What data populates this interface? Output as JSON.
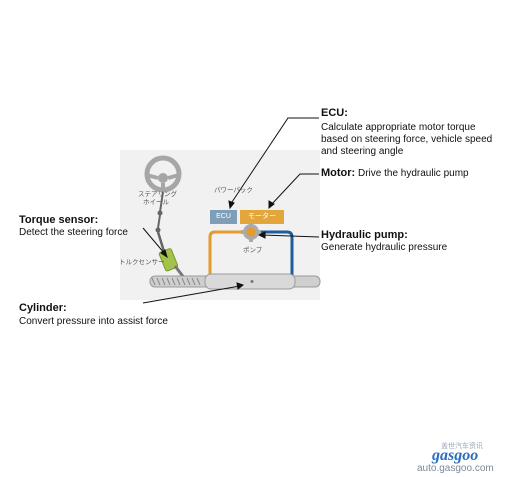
{
  "callouts": {
    "ecu": {
      "title": "ECU:",
      "lines": [
        "Calculate appropriate motor torque",
        "based on steering force, vehicle speed",
        "and steering angle"
      ]
    },
    "motor": {
      "title": "Motor:",
      "text": " Drive the hydraulic pump"
    },
    "torque_sensor": {
      "title": "Torque sensor:",
      "text": "Detect the steering force"
    },
    "hydraulic_pump": {
      "title": "Hydraulic pump:",
      "text": "Generate hydraulic pressure"
    },
    "cylinder": {
      "title": "Cylinder:",
      "text": "Convert pressure into assist force"
    }
  },
  "diagram": {
    "steering_wheel_label": [
      "ステアリング",
      "ホイール"
    ],
    "power_pack_label": "パワーパック",
    "ecu_box": "ECU",
    "motor_box": "モーター",
    "pump_label": "ポンプ",
    "torque_sensor_label": "トルクセンサー"
  },
  "watermark": {
    "chinese": "盖世汽车资讯",
    "brand": "gasgoo",
    "url": "auto.gasgoo.com"
  },
  "colors": {
    "ecu_box": "#7f9fb8",
    "motor_box": "#e2a63b",
    "orange_line": "#e39b2c",
    "blue_line": "#1f5d9a",
    "sensor": "#a3c24b",
    "panel": "#f1f1f1",
    "watermark_brand": "#2a6dbd"
  }
}
